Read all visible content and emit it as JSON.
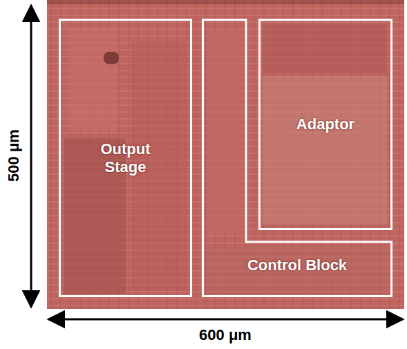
{
  "diagram": {
    "nodes": [
      {
        "text": [
          "Output Stage"
        ]
      },
      {
        "text": [
          "Adaptor"
        ]
      },
      {
        "text": [
          "Control Block"
        ]
      }
    ],
    "labels": [
      "500 μm",
      "600 μm"
    ]
  }
}
